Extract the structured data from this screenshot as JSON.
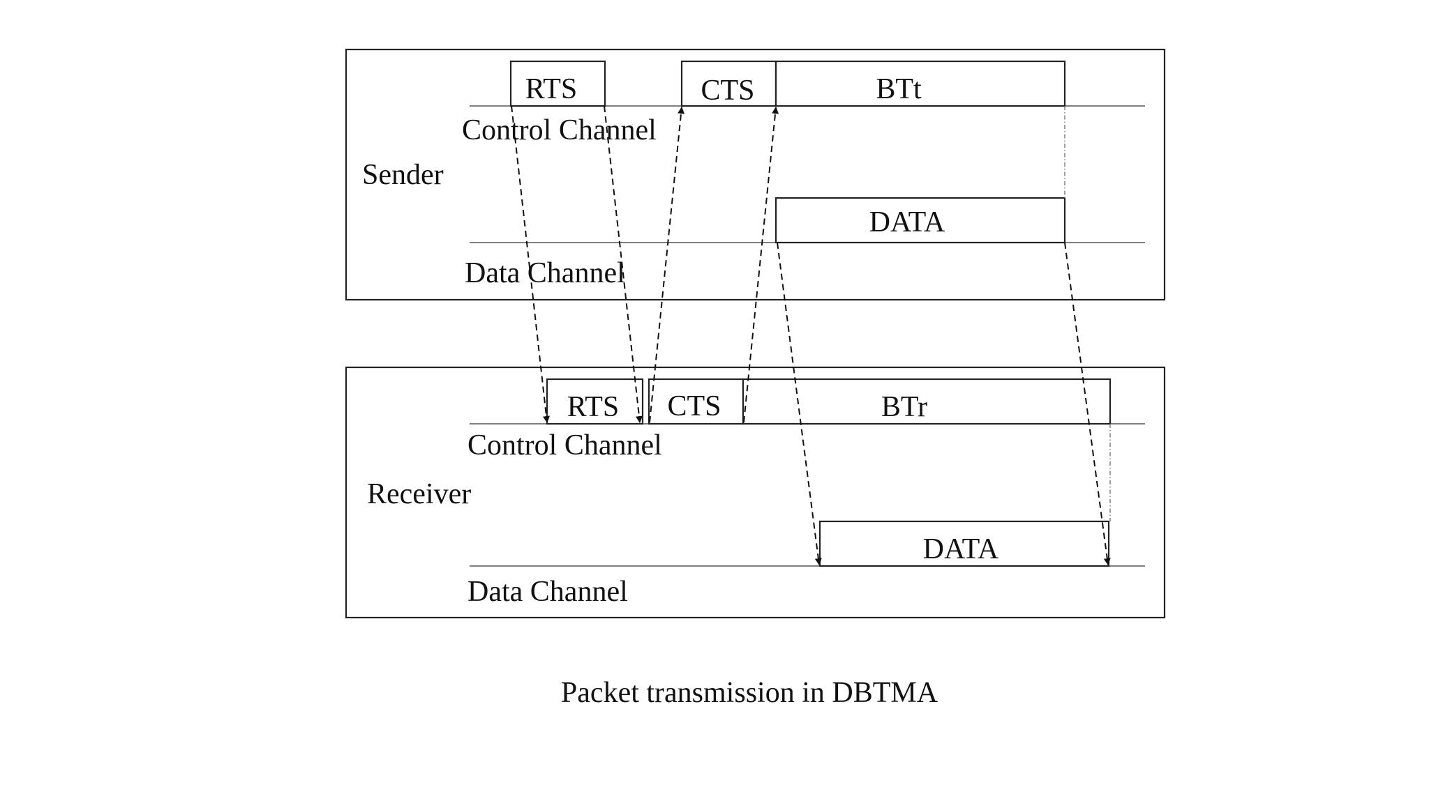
{
  "sender": {
    "label": "Sender",
    "control_channel_label": "Control Channel",
    "data_channel_label": "Data Channel",
    "rts": "RTS",
    "cts": "CTS",
    "busy_tone": "BTt",
    "data": "DATA"
  },
  "receiver": {
    "label": "Receiver",
    "control_channel_label": "Control Channel",
    "data_channel_label": "Data Channel",
    "rts": "RTS",
    "cts": "CTS",
    "busy_tone": "BTr",
    "data": "DATA"
  },
  "caption": "Packet transmission in DBTMA"
}
